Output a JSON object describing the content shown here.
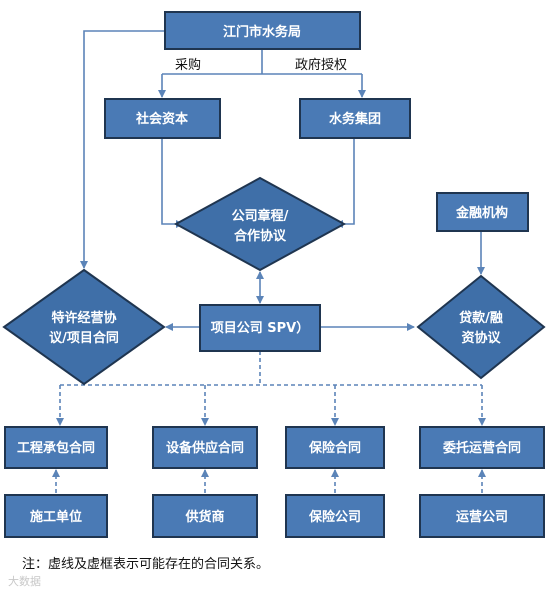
{
  "nodes": {
    "water_bureau": "江门市水务局",
    "social_capital": "社会资本",
    "water_group": "水务集团",
    "financial_institution": "金融机构",
    "articles_line1": "公司章程/",
    "articles_line2": "合作协议",
    "concession_line1": "特许经营协",
    "concession_line2": "议/项目合同",
    "spv": "项目公司 SPV）",
    "loan_line1": "贷款/融",
    "loan_line2": "资协议",
    "epc_contract": "工程承包合同",
    "equipment_contract": "设备供应合同",
    "insurance_contract": "保险合同",
    "om_contract": "委托运营合同",
    "contractor": "施工单位",
    "supplier": "供货商",
    "insurer": "保险公司",
    "operator": "运营公司"
  },
  "edges": {
    "procurement": "采购",
    "authorization": "政府授权"
  },
  "note": "注：虚线及虚框表示可能存在的合同关系。",
  "watermark": "大数据"
}
